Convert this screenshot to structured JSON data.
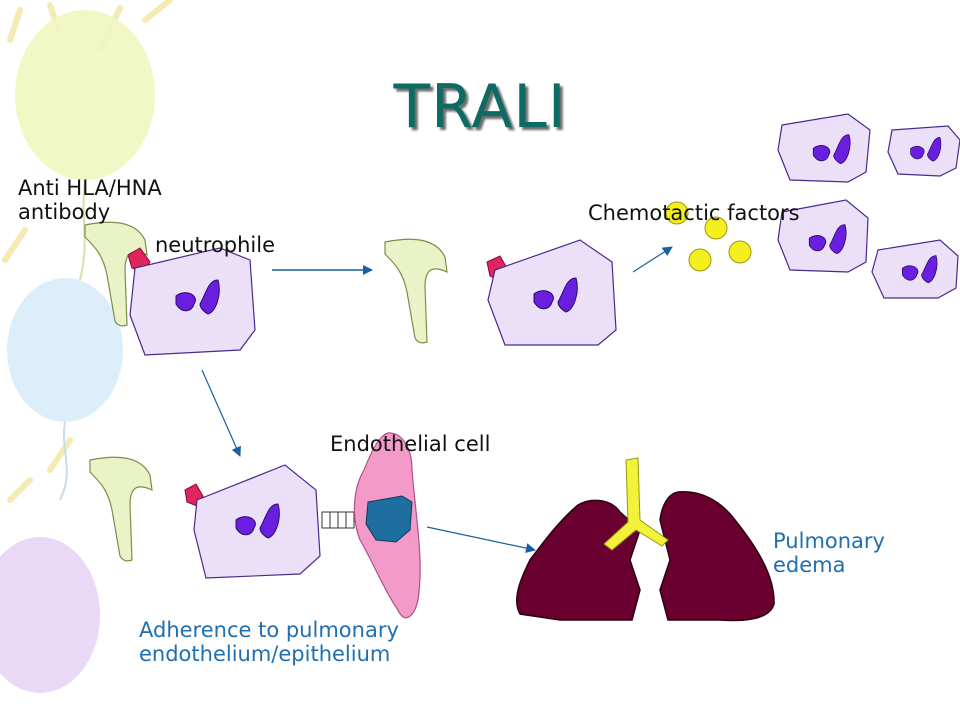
{
  "slide": {
    "title": "TRALI",
    "labels": {
      "antibody_line1": "Anti HLA/HNA",
      "antibody_line2": "antibody",
      "neutrophile": "neutrophile",
      "chemotactic": "Chemotactic factors",
      "endothelial": "Endothelial cell",
      "adherence_line1": "Adherence to pulmonary",
      "adherence_line2": "endothelium/epithelium",
      "edema_line1": "Pulmonary",
      "edema_line2": "edema"
    }
  },
  "colors": {
    "title": "#0d6b64",
    "cell_fill": "#ece0f8",
    "nucleus": "#6a1ee0",
    "antibody": "#eaf3c8",
    "antigen": "#e0245e",
    "chemokine": "#f3ee1c",
    "endothelial": "#f49ac8",
    "endothelial_nucleus": "#1e6f9f",
    "lung": "#6a0030",
    "trachea": "#f2f23a",
    "arrow": "#1a5fa0",
    "blue_text": "#1f6fb2"
  },
  "icons": [
    "balloon-yellow",
    "balloon-blue",
    "balloon-purple",
    "sun-rays"
  ]
}
